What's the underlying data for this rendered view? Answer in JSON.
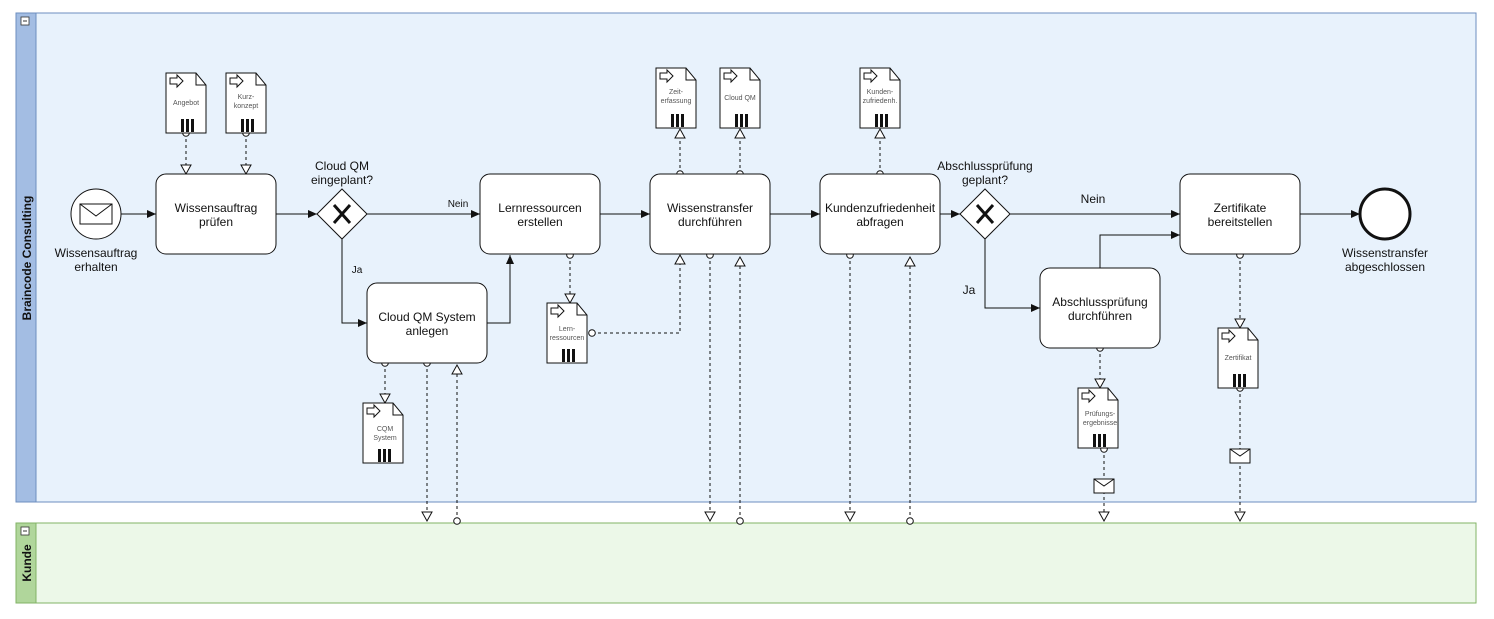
{
  "pools": {
    "company": "Braincode Consulting",
    "customer": "Kunde"
  },
  "events": {
    "start_line1": "Wissensauftrag",
    "start_line2": "erhalten",
    "end_line1": "Wissenstransfer",
    "end_line2": "abgeschlossen"
  },
  "tasks": {
    "pruefen_1": "Wissensauftrag",
    "pruefen_2": "prüfen",
    "cqm_1": "Cloud QM System",
    "cqm_2": "anlegen",
    "lern_1": "Lernressourcen",
    "lern_2": "erstellen",
    "transfer_1": "Wissenstransfer",
    "transfer_2": "durchführen",
    "kunden_1": "Kundenzufriedenheit",
    "kunden_2": "abfragen",
    "abschluss_1": "Abschlussprüfung",
    "abschluss_2": "durchführen",
    "zert_1": "Zertifikate",
    "zert_2": "bereitstellen"
  },
  "gateways": {
    "g1_line1": "Cloud QM",
    "g1_line2": "eingeplant?",
    "g2_line1": "Abschlussprüfung",
    "g2_line2": "geplant?"
  },
  "flows": {
    "g1_no": "Nein",
    "g1_yes": "Ja",
    "g2_no": "Nein",
    "g2_yes": "Ja"
  },
  "data_objects": {
    "angebot": "Angebot",
    "kurz_1": "Kurz-",
    "kurz_2": "konzept",
    "zeit_1": "Zeit-",
    "zeit_2": "erfassung",
    "cloudqm": "Cloud QM",
    "kz_1": "Kunden-",
    "kz_2": "zufriedenh.",
    "lr_1": "Lern-",
    "lr_2": "ressourcen",
    "cqm_1": "CQM",
    "cqm_2": "System",
    "pe_1": "Prüfungs-",
    "pe_2": "ergebnisse",
    "zertifikat": "Zertifikat"
  },
  "icons": {
    "start": "envelope-icon",
    "end": "end-event-circle",
    "gateway": "exclusive-gateway-x",
    "message": "message-envelope-icon",
    "data": "data-object-icon"
  },
  "colors": {
    "company_fill": "#e8f2fc",
    "company_header": "#a3bde3",
    "customer_fill": "#ecf8e8",
    "customer_header": "#b0d69b",
    "border": "#333333"
  }
}
